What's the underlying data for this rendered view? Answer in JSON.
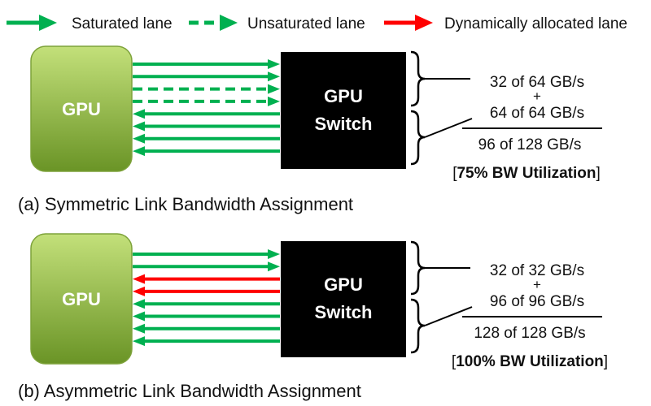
{
  "legend": {
    "saturated_label": "Saturated lane",
    "unsaturated_label": "Unsaturated lane",
    "dynamic_label": "Dynamically allocated lane"
  },
  "colors": {
    "green": "#00b050",
    "red": "#ff0000",
    "gpu_light": "#b8d96a",
    "gpu_dark": "#6f9a2a",
    "switch": "#000000"
  },
  "panel_a": {
    "gpu_label": "GPU",
    "switch_line1": "GPU",
    "switch_line2": "Switch",
    "calc_top": "32 of 64 GB/s",
    "calc_plus": "+",
    "calc_second": "64 of 64 GB/s",
    "calc_total": "96 of 128 GB/s",
    "util_open": "[",
    "util_bold": "75% BW Utilization",
    "util_close": "]",
    "caption": "(a) Symmetric Link Bandwidth Assignment",
    "lanes": [
      {
        "dir": "to-switch",
        "kind": "saturated"
      },
      {
        "dir": "to-switch",
        "kind": "saturated"
      },
      {
        "dir": "to-switch",
        "kind": "unsaturated"
      },
      {
        "dir": "to-switch",
        "kind": "unsaturated"
      },
      {
        "dir": "to-gpu",
        "kind": "saturated"
      },
      {
        "dir": "to-gpu",
        "kind": "saturated"
      },
      {
        "dir": "to-gpu",
        "kind": "saturated"
      },
      {
        "dir": "to-gpu",
        "kind": "saturated"
      }
    ]
  },
  "panel_b": {
    "gpu_label": "GPU",
    "switch_line1": "GPU",
    "switch_line2": "Switch",
    "calc_top": "32 of 32 GB/s",
    "calc_plus": "+",
    "calc_second": "96 of 96 GB/s",
    "calc_total": "128 of 128 GB/s",
    "util_open": "[",
    "util_bold": "100% BW Utilization",
    "util_close": "]",
    "caption": "(b) Asymmetric Link Bandwidth Assignment",
    "lanes": [
      {
        "dir": "to-switch",
        "kind": "saturated"
      },
      {
        "dir": "to-switch",
        "kind": "saturated"
      },
      {
        "dir": "to-gpu",
        "kind": "dynamic"
      },
      {
        "dir": "to-gpu",
        "kind": "dynamic"
      },
      {
        "dir": "to-gpu",
        "kind": "saturated"
      },
      {
        "dir": "to-gpu",
        "kind": "saturated"
      },
      {
        "dir": "to-gpu",
        "kind": "saturated"
      },
      {
        "dir": "to-gpu",
        "kind": "saturated"
      }
    ]
  }
}
